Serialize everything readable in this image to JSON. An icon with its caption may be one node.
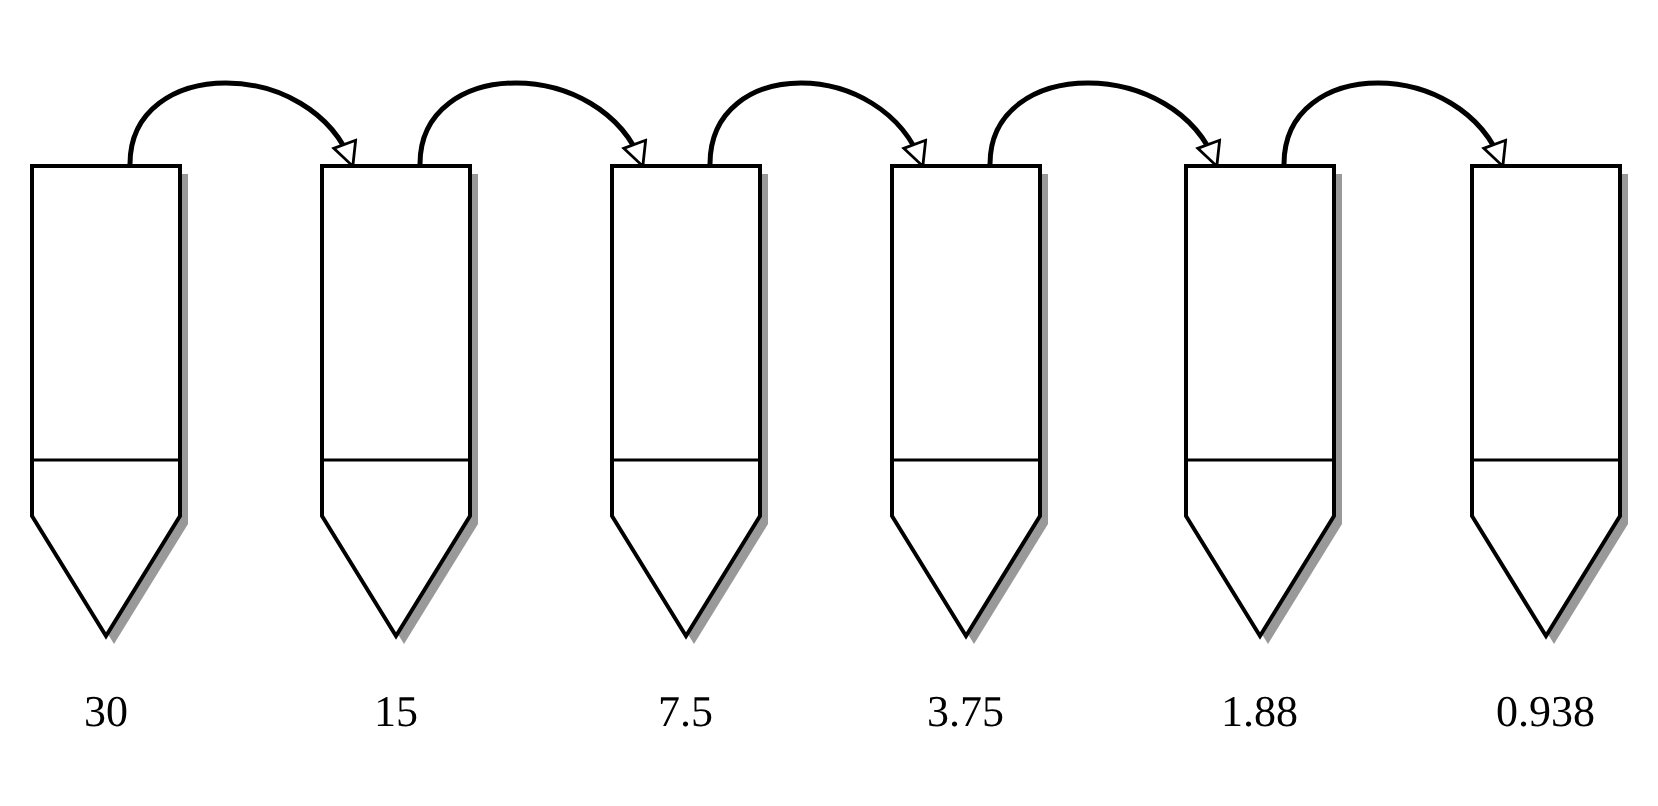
{
  "diagram": {
    "nodes": [
      {
        "text": [],
        "shape": "tube",
        "beside": [
          "30"
        ]
      },
      {
        "text": [],
        "shape": "tube",
        "beside": [
          "15"
        ]
      },
      {
        "text": [],
        "shape": "tube",
        "beside": [
          "7.5"
        ]
      },
      {
        "text": [],
        "shape": "tube",
        "beside": [
          "3.75"
        ]
      },
      {
        "text": [],
        "shape": "tube",
        "beside": [
          "1.88"
        ]
      },
      {
        "text": [],
        "shape": "tube",
        "beside": [
          "0.938"
        ]
      }
    ],
    "edges": [
      {
        "from": 0,
        "to": 1,
        "arrow": "to"
      },
      {
        "from": 1,
        "to": 2,
        "arrow": "to"
      },
      {
        "from": 2,
        "to": 3,
        "arrow": "to"
      },
      {
        "from": 3,
        "to": 4,
        "arrow": "to"
      },
      {
        "from": 4,
        "to": 5,
        "arrow": "to"
      }
    ]
  }
}
